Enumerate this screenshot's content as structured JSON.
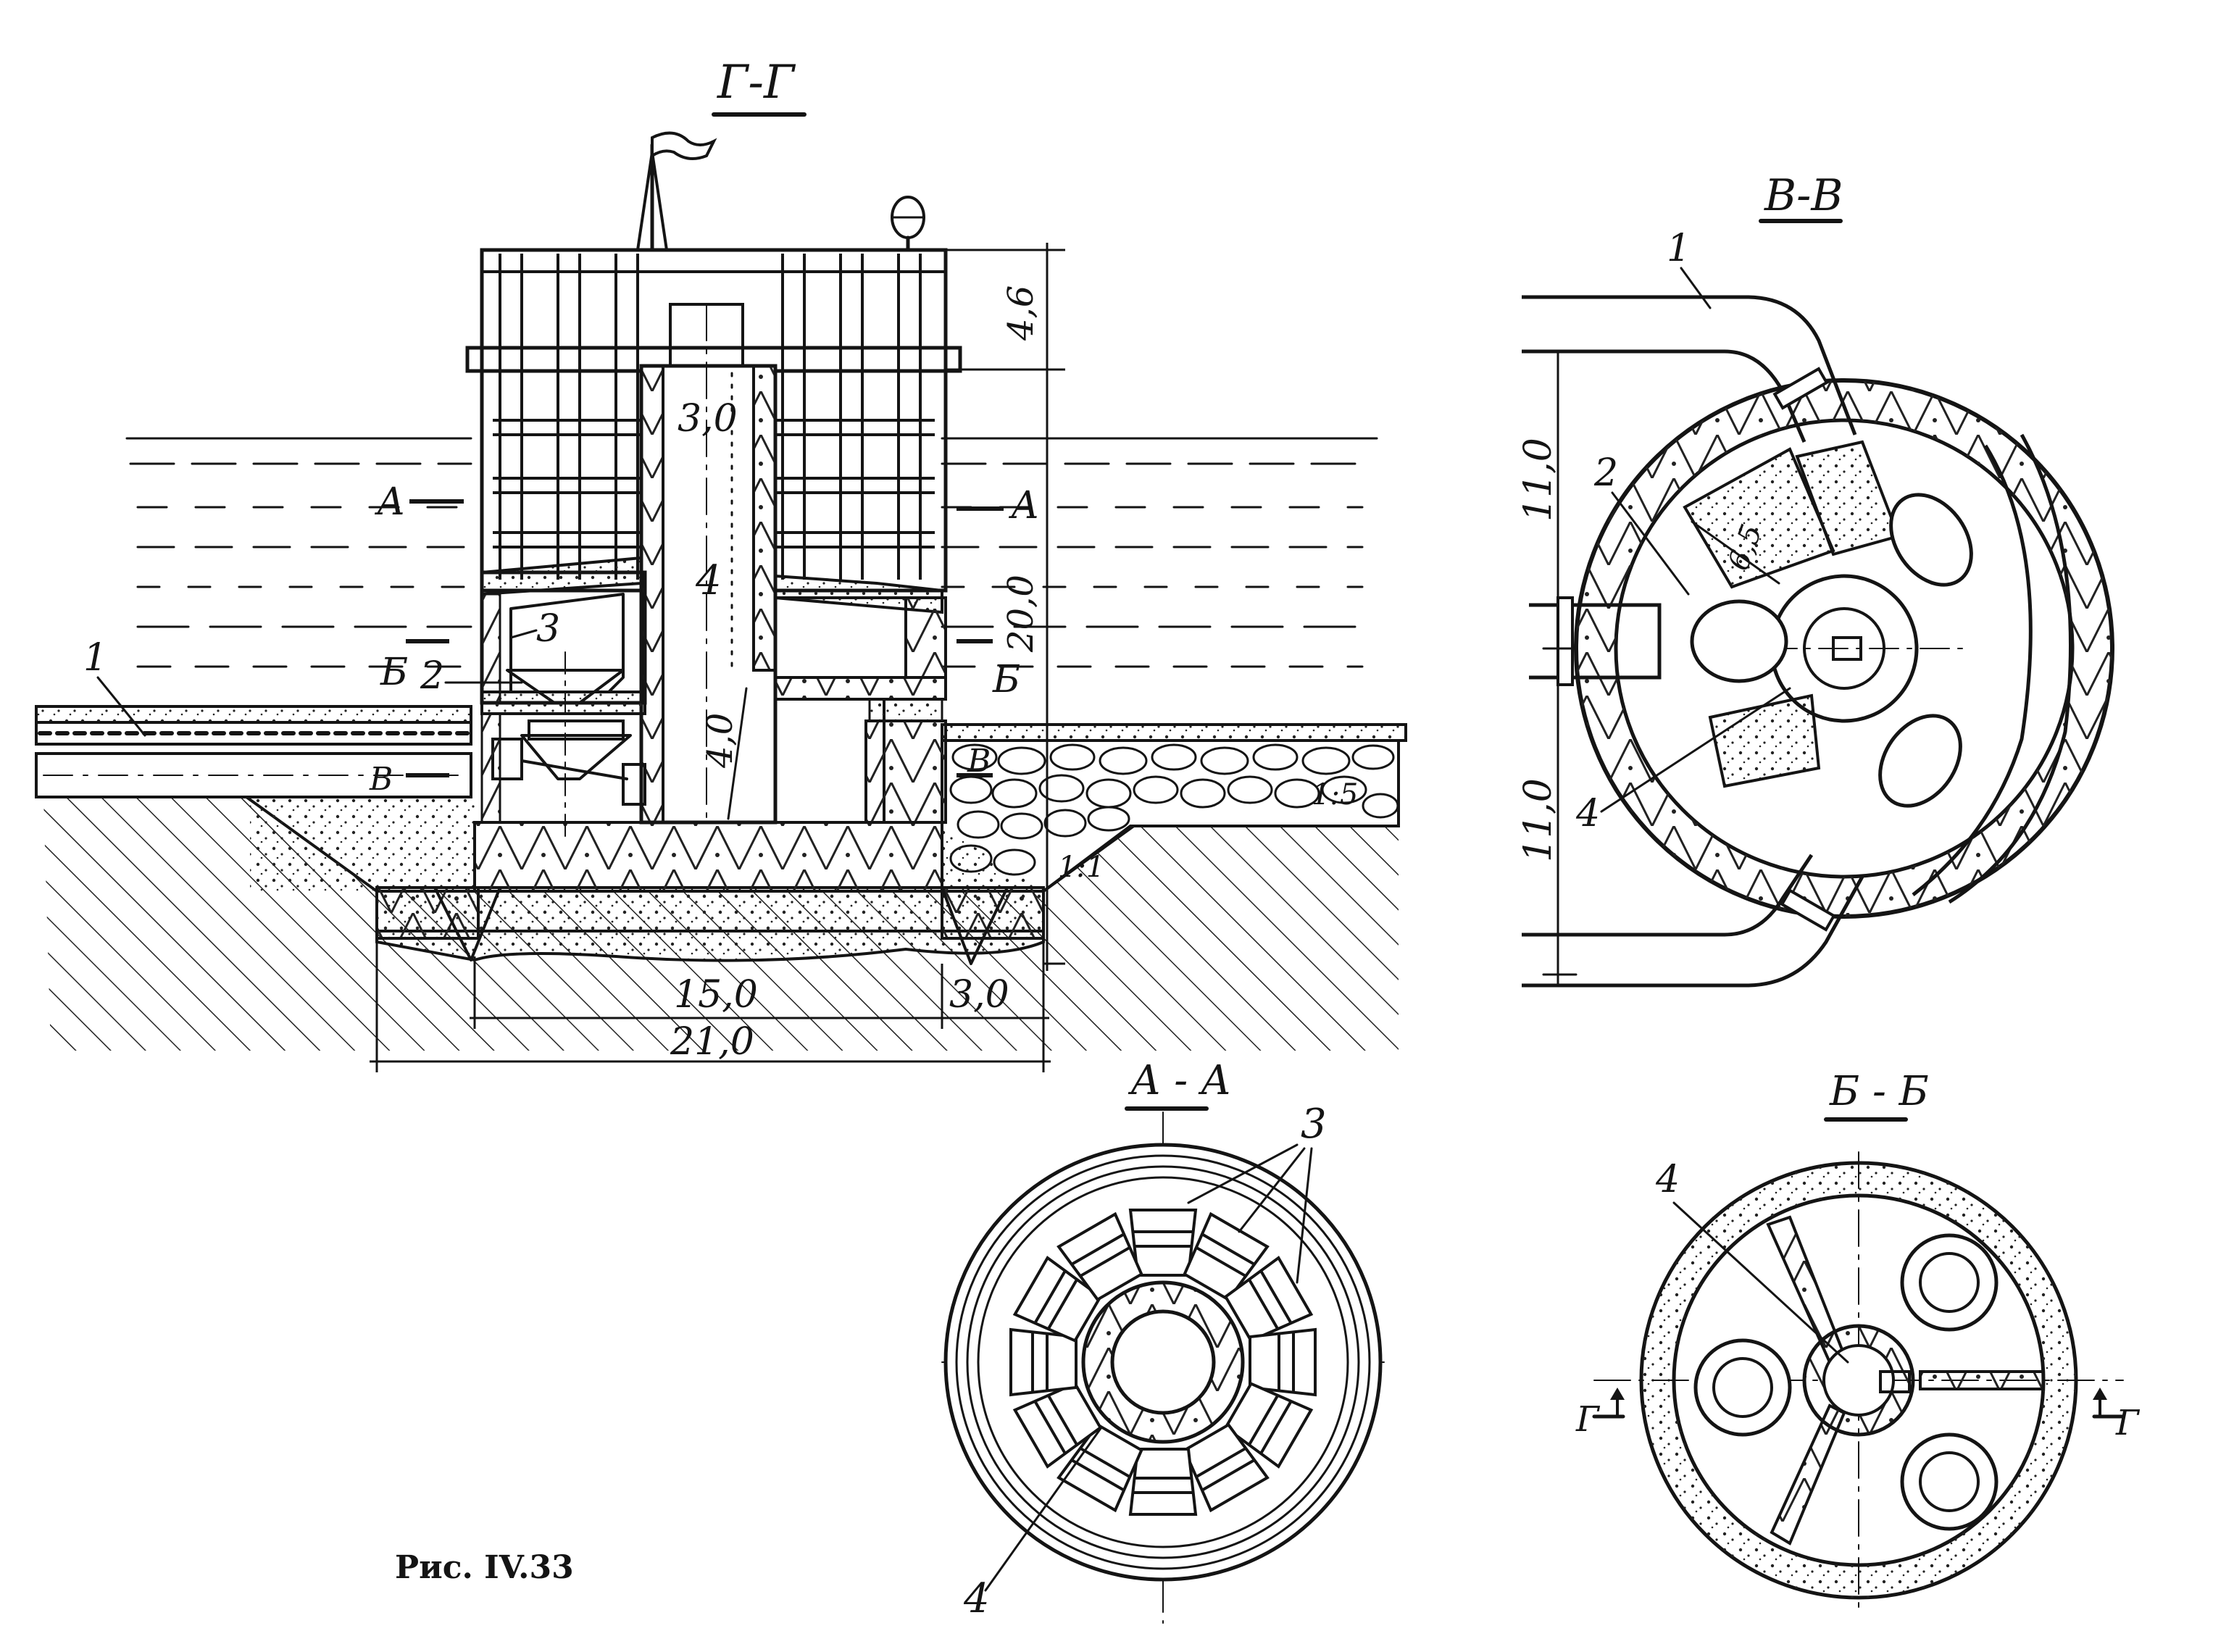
{
  "figure": {
    "caption": "Рис. IV.33",
    "views": {
      "section_gg": {
        "title": "Г-Г",
        "marks": {
          "a_left": "А",
          "a_right": "А",
          "b_left": "Б",
          "b_right": "Б",
          "v_left": "В",
          "v_right": "В"
        },
        "items": {
          "one": "1",
          "two": "2",
          "three": "3",
          "four": "4"
        },
        "dims": {
          "shaft_width": "3,0",
          "depth_lower": "4,0",
          "height_top": "4,6",
          "height_main": "20,0",
          "base_inner": "15,0",
          "base_side": "3,0",
          "base_total": "21,0",
          "slope_rock": "1:5",
          "slope_pit": "1:1"
        }
      },
      "section_vv": {
        "title": "В-В",
        "items": {
          "one": "1",
          "two": "2",
          "four": "4"
        },
        "dims": {
          "upper": "11,0",
          "lower": "11,0",
          "radius": "6,5"
        }
      },
      "section_aa": {
        "title": "А - А",
        "items": {
          "three": "3",
          "four": "4"
        }
      },
      "section_bb": {
        "title": "Б - Б",
        "items": {
          "four": "4"
        },
        "cut_left": "Г",
        "cut_right": "Г"
      }
    }
  }
}
